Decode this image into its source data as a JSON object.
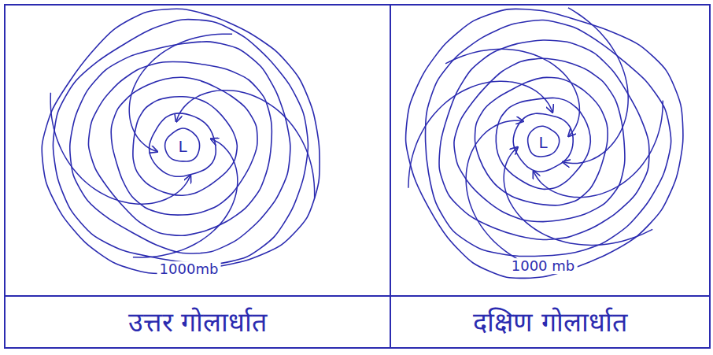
{
  "diagram": {
    "nodes": [
      {
        "text": [
          "उत्तर गोलार्धात"
        ]
      },
      {
        "text": [
          "दक्षिण गोलार्धात"
        ]
      }
    ],
    "labels": [
      "L",
      "1000mb",
      "L",
      "1000 mb"
    ]
  }
}
